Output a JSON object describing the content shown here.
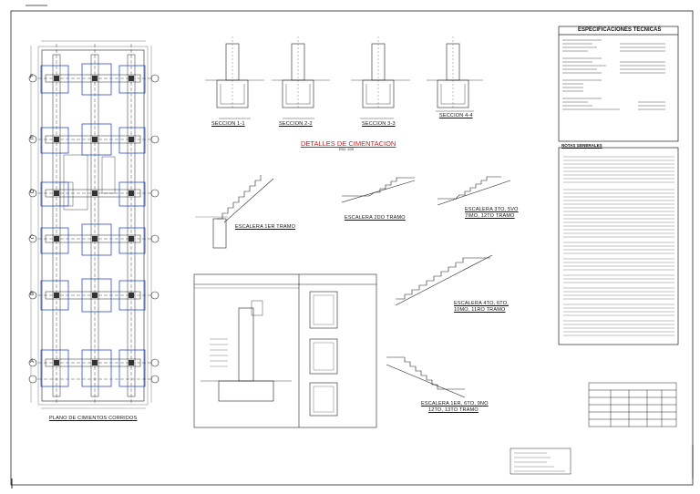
{
  "drawing": {
    "plan_title": "PLANO DE CIMIENTOS CORRIDOS",
    "details_title": "DETALLES DE CIMENTACION",
    "details_scale": "ESC: 1/25",
    "sections": [
      "SECCION 1-1",
      "SECCION 2-2",
      "SECCION 3-3",
      "SECCION 4-4"
    ],
    "stairs": [
      "ESCALERA 1ER TRAMO",
      "ESCALERA 2DO TRAMO",
      "ESCALERA 3TO, 5VO",
      "7IMO, 12TO TRAMO",
      "ESCALERA 4TO, 6TO,",
      "10MO, 11RO TRAMO",
      "ESCALERA 1ER, 6TO, 9NO",
      "12TO, 13TO TRAMO"
    ],
    "axes": [
      "F",
      "E",
      "D",
      "C",
      "B",
      "A"
    ],
    "specs_title": "ESPECIFICACIONES TECNICAS",
    "notes_title": "NOTAS GENERALES",
    "colors": {
      "line": "#111111",
      "blue": "#2b4fc9",
      "red": "#c81e1e"
    }
  }
}
